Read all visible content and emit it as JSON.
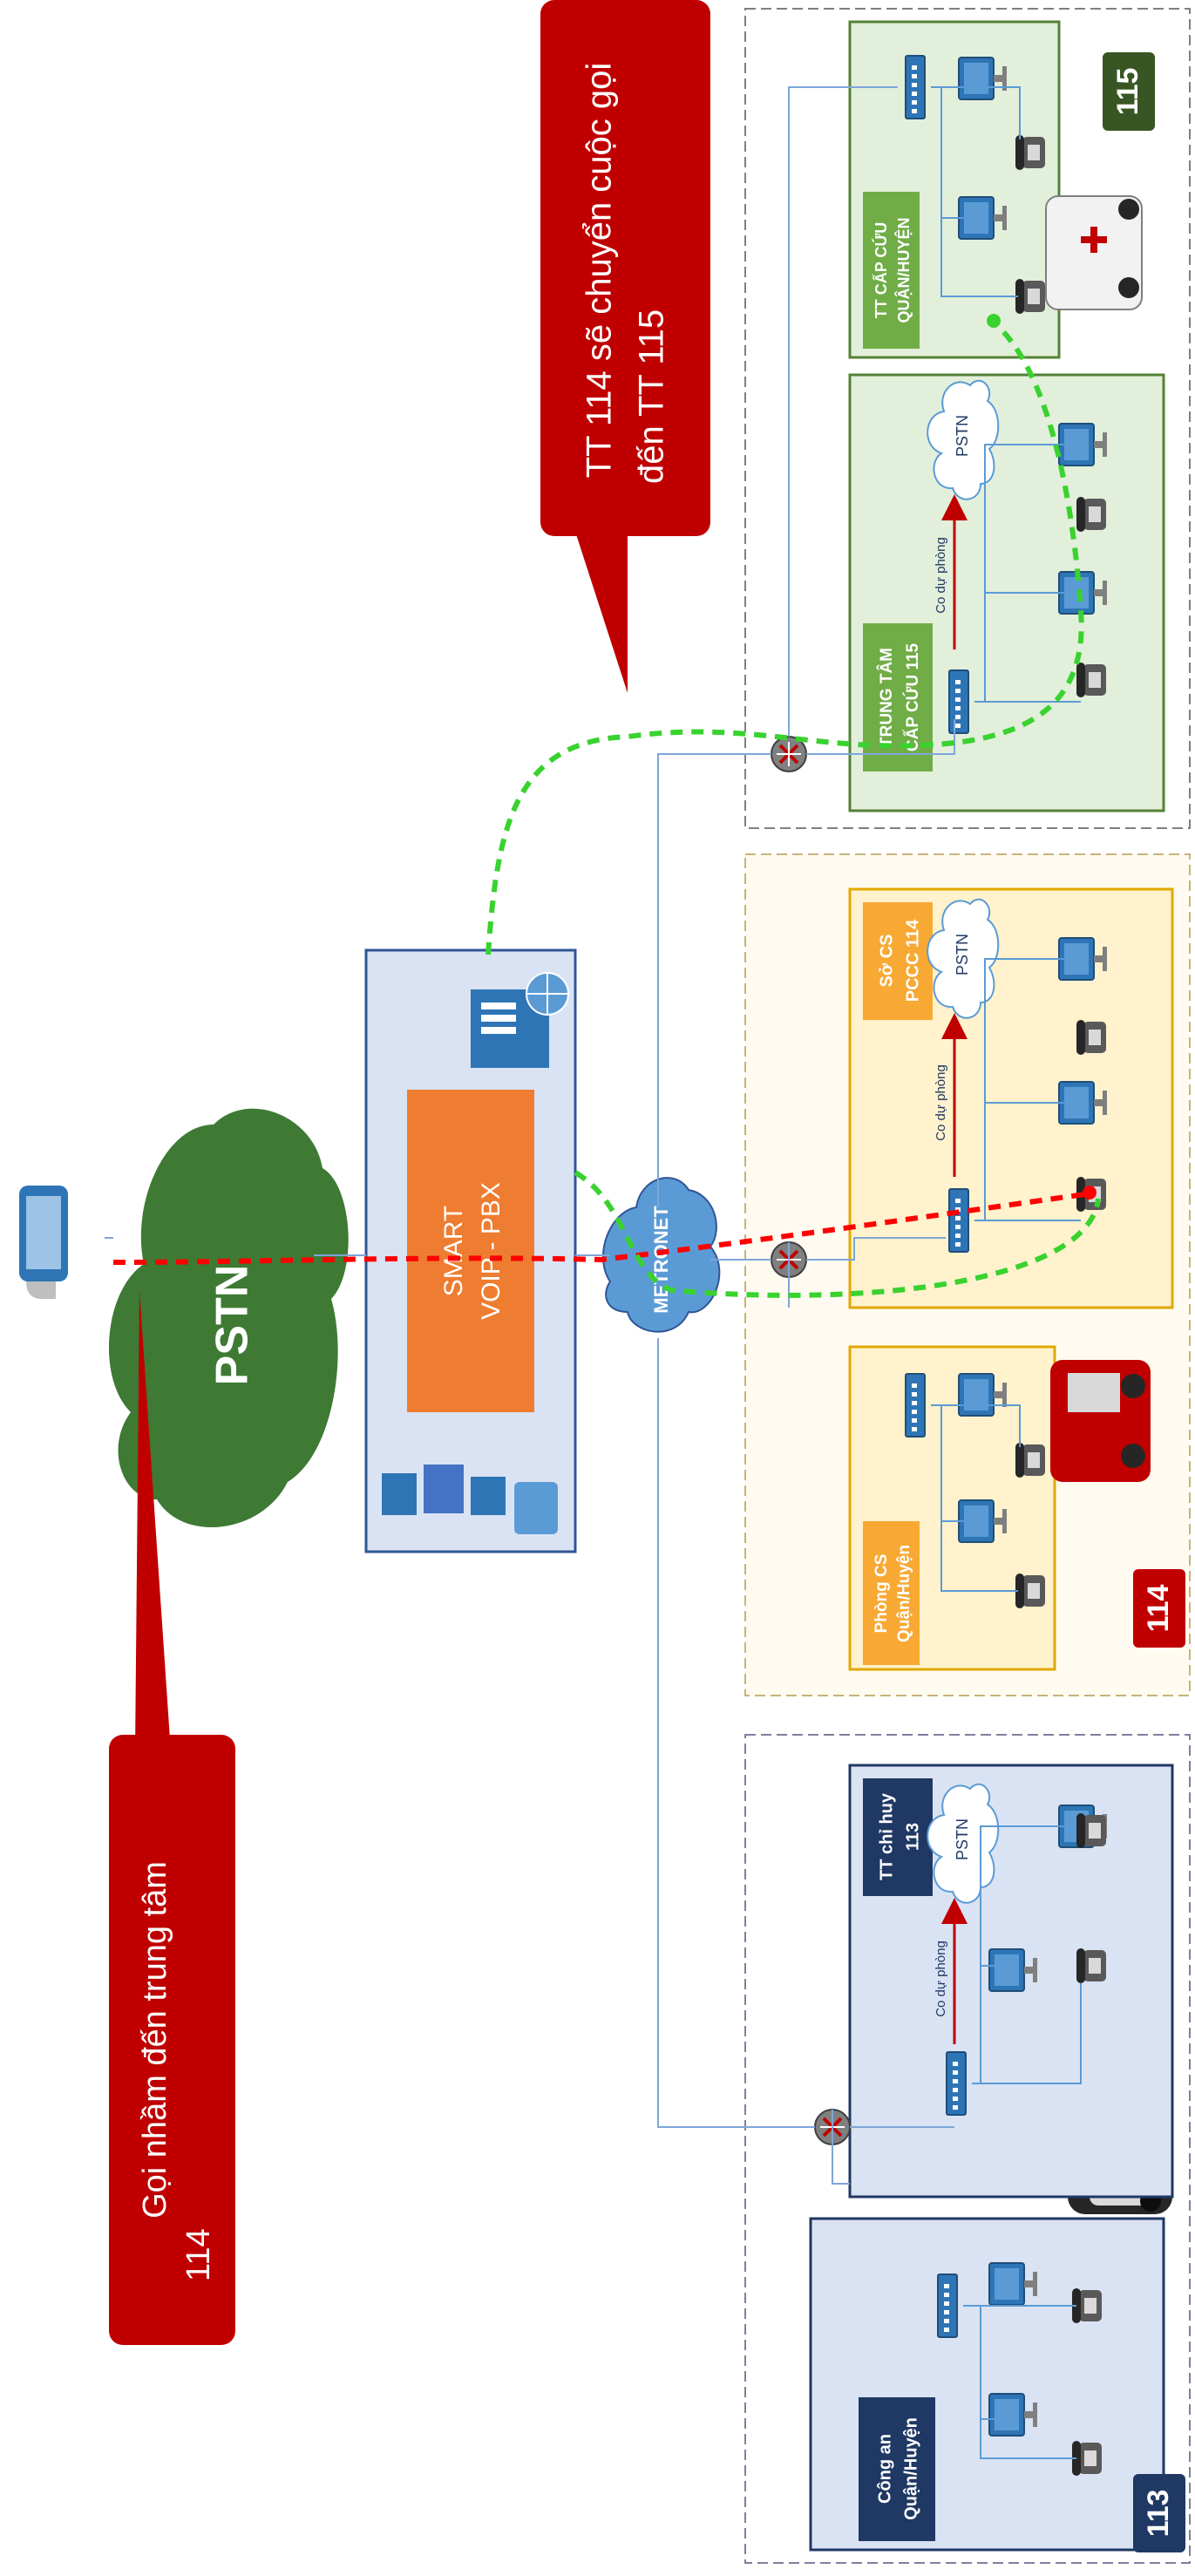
{
  "callouts": {
    "wrong_call": [
      "Gọi nhầm đến trung tâm",
      "114"
    ],
    "transfer": [
      "TT 114 sẽ chuyển cuộc gọi",
      "đến TT 115"
    ]
  },
  "core": {
    "pstn_cloud": "PSTN",
    "pbx_line1": "SMART",
    "pbx_line2": "VOIP - PBX",
    "metronet": "METRONET"
  },
  "groups": {
    "g113": {
      "number": "113",
      "district_label": [
        "Công an",
        "Quận/Huyện"
      ],
      "center_label": [
        "TT chỉ huy",
        "113"
      ],
      "backup_label": "Co dự phòng",
      "pstn": "PSTN"
    },
    "g114": {
      "number": "114",
      "district_label": [
        "Phòng CS",
        "Quận/Huyện"
      ],
      "center_label": [
        "Sở CS",
        "PCCC 114"
      ],
      "backup_label": "Co dự phòng",
      "pstn": "PSTN"
    },
    "g115": {
      "number": "115",
      "district_label": [
        "TT CẤP CỨU",
        "QUẬN/HUYỆN"
      ],
      "center_label": [
        "TRUNG TÂM",
        "CẤP CỨU 115"
      ],
      "backup_label": "Co dự phòng",
      "pstn": "PSTN"
    }
  },
  "colors": {
    "callout_red": "#c00000",
    "pstn_green": "#3e7a34",
    "pbx_orange": "#ee7d31",
    "metronet_blue": "#5b9bd5",
    "wrong_path_red": "#ff0000",
    "transfer_green": "#39d22f",
    "badge_113": "#1f3864",
    "badge_114": "#c00000",
    "badge_115": "#375623",
    "panel_113": "#dae3f3",
    "panel_114": "#fff2cc",
    "panel_115": "#e2efda"
  }
}
